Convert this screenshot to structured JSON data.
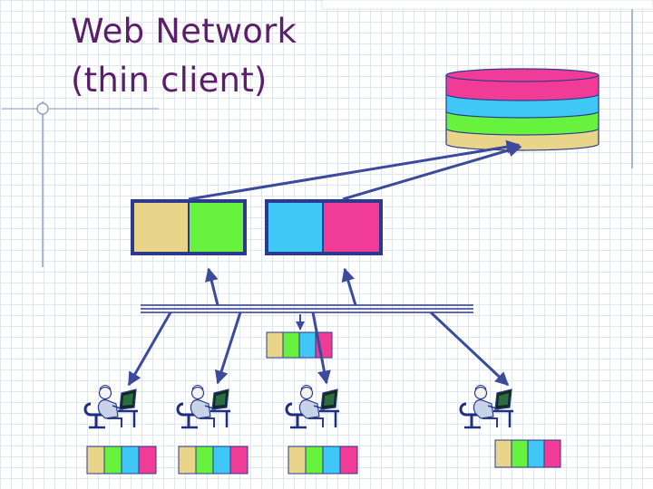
{
  "slide": {
    "title_line1": "Web Network",
    "title_line2": "(thin client)"
  },
  "colors": {
    "title": "#5b1f6a",
    "frame": "#2b3a8c",
    "arrow": "#3b4a9a",
    "segments": [
      "#e8d58a",
      "#66f23d",
      "#3fc8f5",
      "#f13c97"
    ],
    "database_layers": [
      "#f13c97",
      "#3fc8f5",
      "#66f23d",
      "#e8d58a"
    ]
  },
  "icons": {
    "database": "database-stack-icon",
    "server": "server-box-icon",
    "client": "user-at-computer-icon",
    "bus": "network-bus-line"
  }
}
